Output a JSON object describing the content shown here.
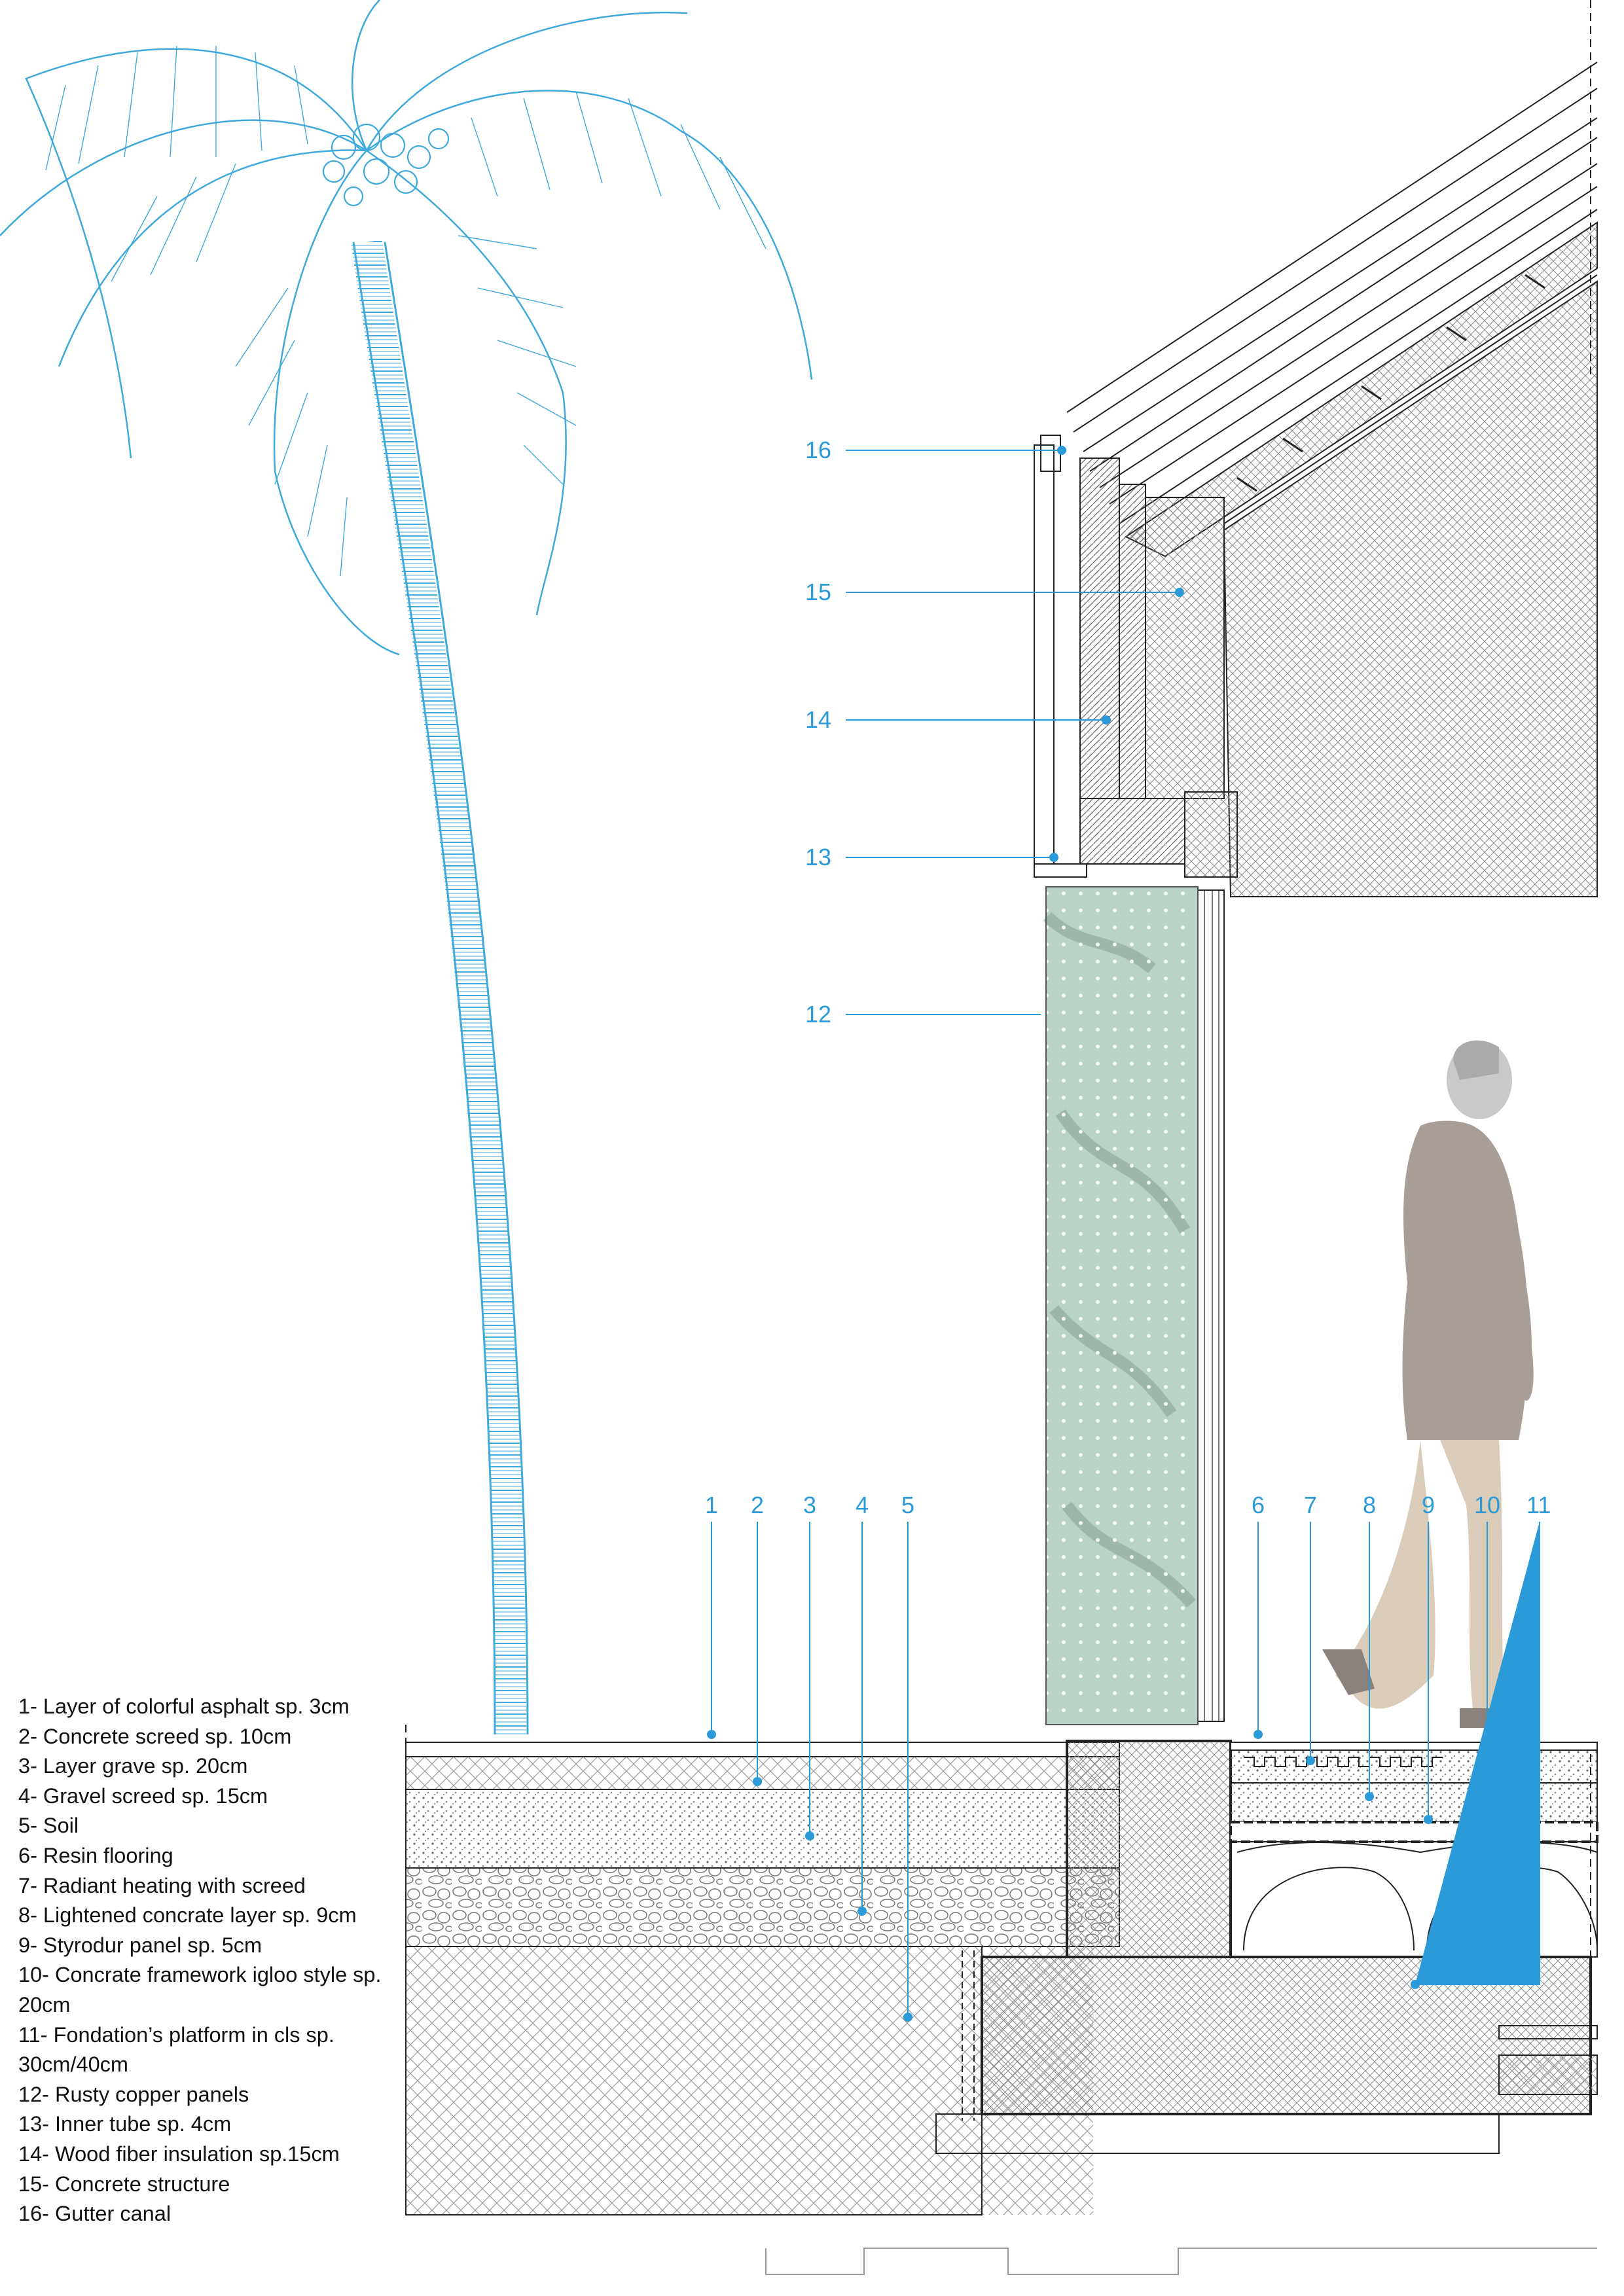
{
  "callouts": {
    "c1": "1",
    "c2": "2",
    "c3": "3",
    "c4": "4",
    "c5": "5",
    "c6": "6",
    "c7": "7",
    "c8": "8",
    "c9": "9",
    "c10": "10",
    "c11": "11",
    "c12": "12",
    "c13": "13",
    "c14": "14",
    "c15": "15",
    "c16": "16"
  },
  "legend": [
    "1- Layer of colorful asphalt sp. 3cm",
    "2- Concrete screed sp. 10cm",
    "3- Layer grave sp. 20cm",
    "4- Gravel screed sp. 15cm",
    "5- Soil",
    "6- Resin flooring",
    "7-  Radiant heating with screed",
    "8- Lightened concrate layer sp. 9cm",
    "9- Styrodur panel sp. 5cm",
    "10- Concrate framework igloo style sp. 20cm",
    "11- Fondation’s platform in cls sp. 30cm/40cm",
    "12- Rusty copper panels",
    "13- Inner tube sp. 4cm",
    "14- Wood fiber insulation sp.15cm",
    "15- Concrete structure",
    "16- Gutter canal"
  ],
  "colors": {
    "callout_blue": "#2a9bd8",
    "palm_blue": "#3fa9dc",
    "copper_panel": "#b9d4c6",
    "person_jacket": "#a99d97",
    "person_trousers": "#d9ccb8",
    "person_skin": "#c9c9c9"
  }
}
